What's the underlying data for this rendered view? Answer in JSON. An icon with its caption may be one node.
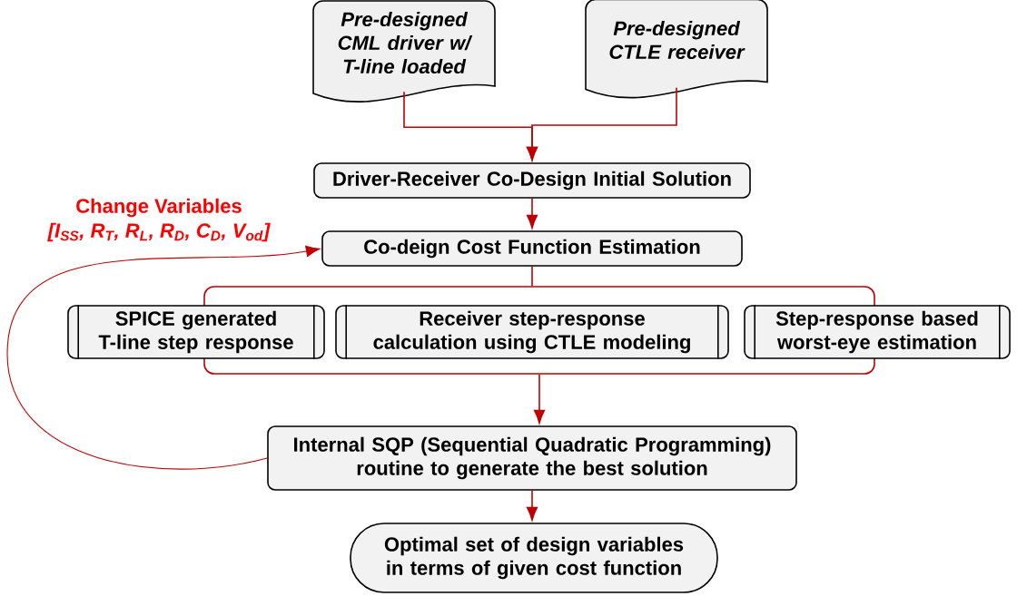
{
  "diagram": {
    "nodes": [
      {
        "text": [
          "Pre-designed CML driver w/ T-line loaded"
        ]
      },
      {
        "text": [
          "Pre-designed CTLE receiver"
        ]
      },
      {
        "text": [
          "Driver-Receiver Co-Design Initial Solution"
        ]
      },
      {
        "text": [
          "Co-deign Cost Function Estimation"
        ]
      },
      {
        "text": [],
        "shape": "box"
      },
      {
        "text": [
          "SPICE generated T-line step response"
        ]
      },
      {
        "text": [
          "Receiver step-response calculation using CTLE modeling"
        ],
        "in": 4
      },
      {
        "text": [
          "Step-response based worst-eye estimation"
        ]
      },
      {
        "text": [
          "Internal SQP (Sequential Quadratic Programming) routine to generate the best solution"
        ]
      },
      {
        "text": [
          "Optimal set of design variables in terms of given cost function"
        ]
      }
    ],
    "edges": [
      {
        "from": 0,
        "to": 2,
        "arrow": "to"
      },
      {
        "from": 1,
        "to": 2,
        "arrow": "to"
      },
      {
        "from": 2,
        "to": 3,
        "arrow": "to"
      },
      {
        "from": 3,
        "to": 4,
        "arrow": "none"
      },
      {
        "from": 4,
        "to": 8,
        "arrow": "to"
      },
      {
        "from": 8,
        "to": 9,
        "arrow": "to"
      },
      {
        "from": 8,
        "to": 3,
        "arrow": "to",
        "label": "[I$_{SS}$, R$_{T}$, R$_{L}$, R$_{D}$, C$_{D}$, V$_{od}$]"
      }
    ],
    "labels": [
      "Change Variables"
    ]
  }
}
